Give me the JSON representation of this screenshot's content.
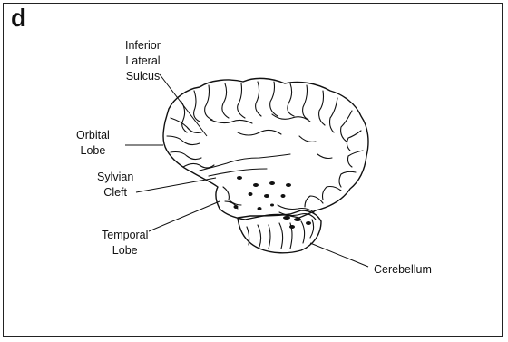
{
  "panel_letter": "d",
  "labels": {
    "inferior_lateral_sulcus": [
      "Inferior",
      "Lateral",
      "Sulcus"
    ],
    "orbital_lobe": [
      "Orbital",
      "Lobe"
    ],
    "sylvian_cleft": [
      "Sylvian",
      "Cleft"
    ],
    "temporal_lobe": [
      "Temporal",
      "Lobe"
    ],
    "cerebellum": [
      "Cerebellum"
    ]
  }
}
